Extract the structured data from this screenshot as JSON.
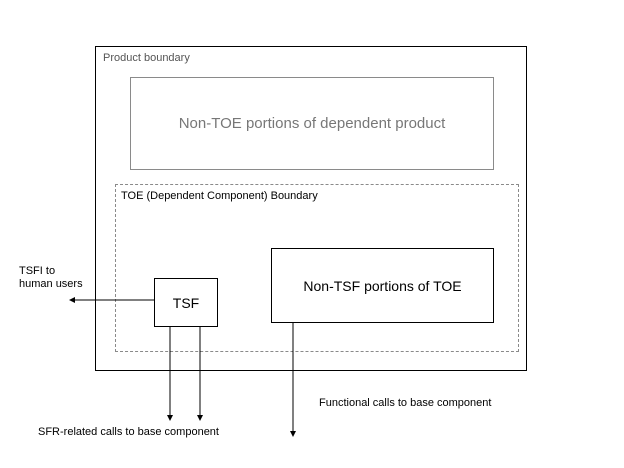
{
  "product_boundary": {
    "label": "Product boundary"
  },
  "non_toe_box": {
    "label": "Non-TOE portions of dependent product"
  },
  "toe_boundary": {
    "label": "TOE (Dependent Component) Boundary"
  },
  "tsf_box": {
    "label": "TSF"
  },
  "non_tsf_box": {
    "label": "Non-TSF portions of TOE"
  },
  "tsfi": {
    "line1": "TSFI to",
    "line2": "human users"
  },
  "functional_calls": {
    "label": "Functional calls to base component"
  },
  "sfr_calls": {
    "label": "SFR-related calls to base component"
  },
  "colors": {
    "line": "#000000",
    "muted_text": "#777777",
    "dashed_border": "#8a8a8a"
  }
}
